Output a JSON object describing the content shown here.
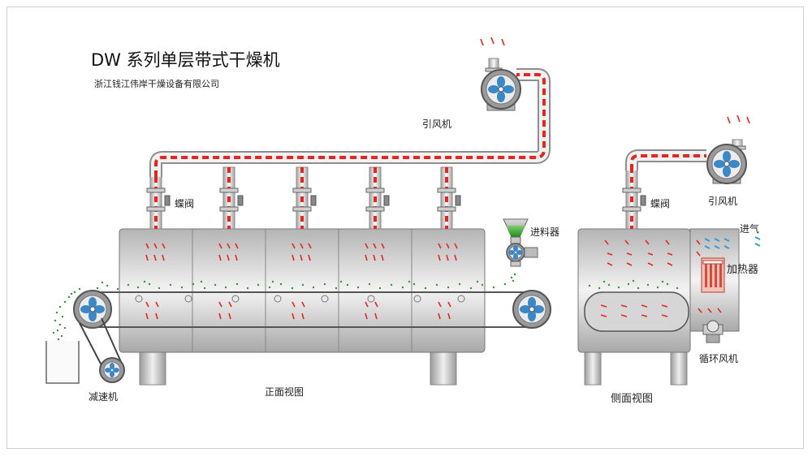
{
  "title": "DW 系列单层带式干燥机",
  "company": "浙江钱江伟岸干燥设备有限公司",
  "labels": {
    "fan_top": "引风机",
    "fan_side": "引风机",
    "valve_front": "蝶阀",
    "valve_side": "蝶阀",
    "feeder": "进料器",
    "air_inlet": "进气",
    "heater": "加热器",
    "reducer": "减速机",
    "circ_fan": "循环风机",
    "front_view": "正面视图",
    "side_view": "侧面视图"
  },
  "colors": {
    "hot_air": "#e8241e",
    "product": "#2e9a2e",
    "fan_blade": "#3a88c8",
    "cold_air": "#3a9ad8",
    "heater": "#d84a3a"
  }
}
